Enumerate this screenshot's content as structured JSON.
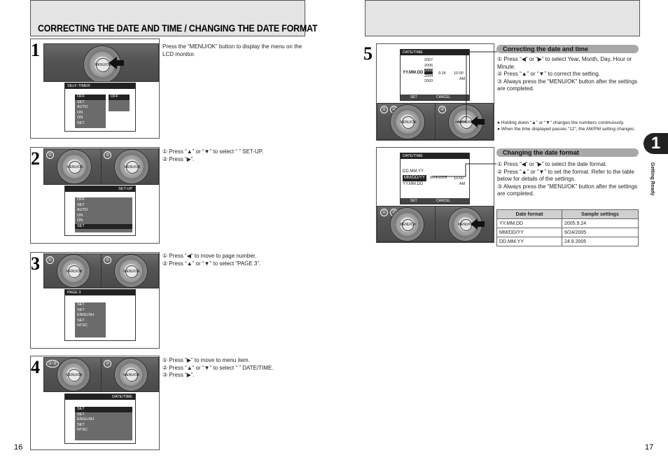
{
  "left_page": {
    "title": "CORRECTING THE DATE AND TIME / CHANGING THE DATE FORMAT",
    "page_number": "16",
    "steps": [
      {
        "number": "1",
        "lines": [
          "Press the “MENU/OK” button to display the menu on the LCD monitor."
        ],
        "lcd_title": "SELF-TIMER",
        "menu_items": [
          "OFF",
          "SET",
          "AUTO",
          "ON",
          "ON",
          "SET"
        ],
        "menu_prefix": ":",
        "sub_items": [
          "",
          "",
          "OFF"
        ],
        "dial_label": "MENU/OK"
      },
      {
        "number": "2",
        "lines": [
          "① Press “▲” or “▼” to select “ ” SET-UP.",
          "② Press “▶”."
        ],
        "lcd_title": "SET-UP",
        "menu_items": [
          "OFF",
          "SET",
          "AUTO",
          "ON",
          "ON",
          "SET"
        ],
        "panel_labels": [
          "①",
          "②"
        ],
        "dial_label": "MENU/OK"
      },
      {
        "number": "3",
        "lines": [
          "① Press “◀” to move to page number.",
          "② Press “▲” or “▼” to select “PAGE 3”."
        ],
        "lcd_title": "PAGE 3",
        "menu_items": [
          "SET",
          "SET",
          "ENGLISH",
          "SET",
          "",
          "NTSC"
        ],
        "panel_labels": [
          "①",
          "②"
        ],
        "dial_label": "MENU/OK"
      },
      {
        "number": "4",
        "lines": [
          "① Press “▶” to move to menu item.",
          "② Press “▲” or “▼” to select “ ” DATE/TIME.",
          "③ Press “▶”."
        ],
        "lcd_title": "DATE/TIME",
        "menu_items": [
          "SET",
          "SET",
          "ENGLISH",
          "SET",
          "",
          "NTSC"
        ],
        "panel_labels": [
          "①③",
          "②"
        ],
        "dial_label": "MENU/OK"
      }
    ]
  },
  "right_page": {
    "page_number": "17",
    "chapter_number": "1",
    "chapter_label": "Getting Ready",
    "step5": {
      "number": "5",
      "lcd_title": "DATE/TIME",
      "format_label": "YY.MM.DD",
      "years": [
        "2007",
        "2006",
        "2005",
        "2004",
        "2003"
      ],
      "date_rest": "9.24",
      "time": "10:00",
      "ampm": "AM",
      "footer_left": "SET",
      "footer_right": "CANCEL",
      "panel_labels": [
        "①",
        "②",
        "③"
      ],
      "section_title": "Correcting the date and time",
      "lines": [
        "① Press “◀” or “▶” to select Year, Month, Day, Hour or Minute.",
        "② Press “▲” or “▼” to correct the setting.",
        "③ Always press the “MENU/OK” button after the settings are completed."
      ],
      "notes": [
        "Holding down “▲” or “▼” changes the numbers continuously.",
        "When the time displayed passes “12”, the AM/PM setting changes."
      ]
    },
    "step_format": {
      "lcd_title": "DATE/TIME",
      "formats": [
        "DD.MM.YY",
        "MM/DD/YY",
        "YY.MM.DD"
      ],
      "date_value": "9/24/2005",
      "time": "10:00",
      "ampm": "AM",
      "footer_left": "SET",
      "footer_right": "CANCEL",
      "panel_labels": [
        "①",
        "②"
      ],
      "section_title": "Changing the date format",
      "lines": [
        "① Press “◀” or “▶” to select the date format.",
        "② Press “▲” or “▼” to set the format. Refer to the table below for details of the settings.",
        "③ Always press the “MENU/OK” button after the settings are completed."
      ]
    },
    "table": {
      "headers": [
        "Date format",
        "Sample settings"
      ],
      "rows": [
        [
          "YY.MM.DD",
          "2005.9.24"
        ],
        [
          "MM/DD/YY",
          "9/24/2005"
        ],
        [
          "DD.MM.YY",
          "24.9.2005"
        ]
      ]
    }
  }
}
